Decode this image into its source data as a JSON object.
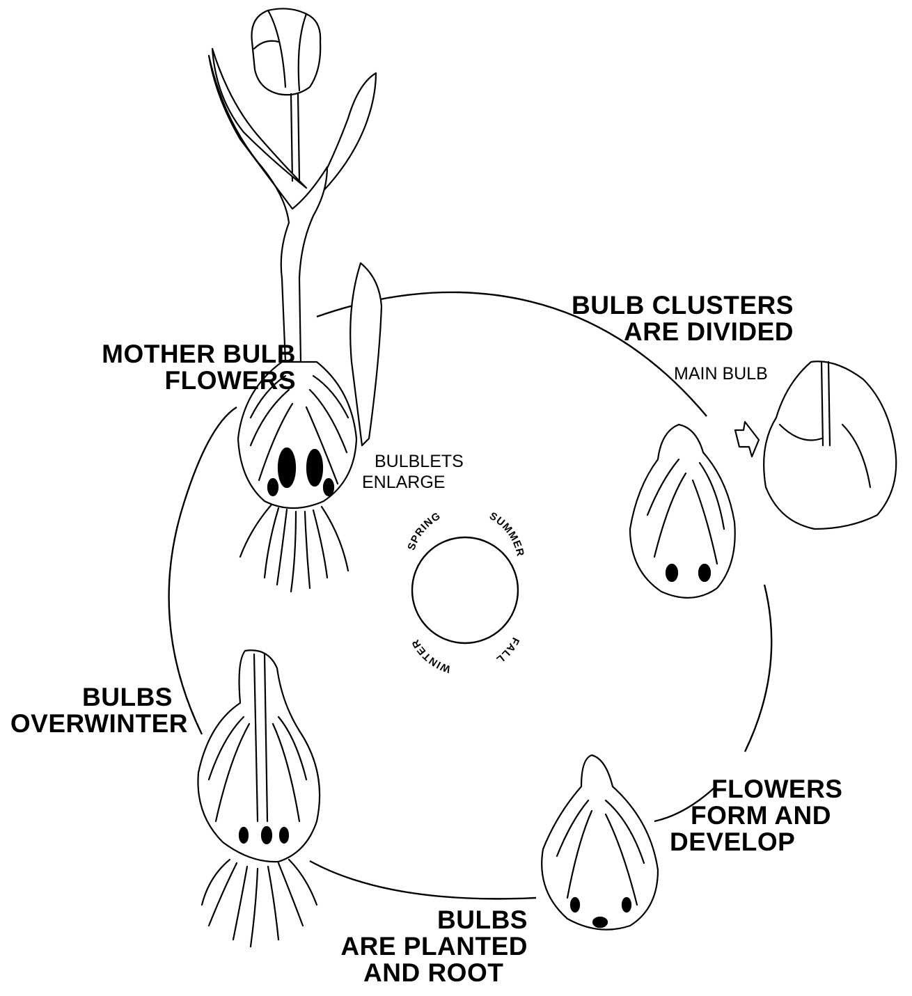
{
  "stages": {
    "mother_bulb_flowers": [
      "MOTHER BULB",
      "FLOWERS"
    ],
    "bulb_clusters_divided": [
      "BULB CLUSTERS",
      "ARE DIVIDED"
    ],
    "flowers_form_develop": [
      "FLOWERS",
      "FORM AND",
      "DEVELOP"
    ],
    "bulbs_planted_root": [
      "BULBS",
      "ARE PLANTED",
      "AND ROOT"
    ],
    "bulbs_overwinter": [
      "BULBS",
      "OVERWINTER"
    ]
  },
  "annotations": {
    "bulblets_enlarge": [
      "BULBLETS",
      "ENLARGE"
    ],
    "main_bulb": "MAIN BULB"
  },
  "seasons": {
    "spring": "SPRING",
    "summer": "SUMMER",
    "fall": "FALL",
    "winter": "WINTER"
  }
}
